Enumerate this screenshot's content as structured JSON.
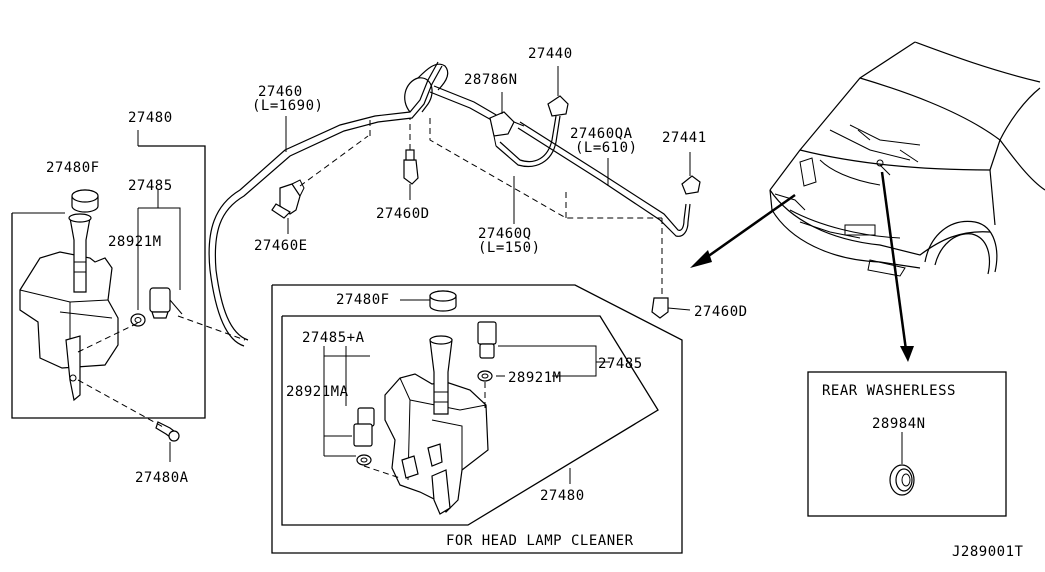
{
  "labels": {
    "p27480_top": "27480",
    "p27480F_left": "27480F",
    "p27485_left": "27485",
    "p28921M_left": "28921M",
    "p27480A": "27480A",
    "p27460": "27460",
    "p27460_len": "(L=1690)",
    "p27460E": "27460E",
    "p27460D_mid": "27460D",
    "p28786N": "28786N",
    "p27440": "27440",
    "p27460QA": "27460QA",
    "p27460QA_len": "(L=610)",
    "p27441": "27441",
    "p27460Q": "27460Q",
    "p27460Q_len": "(L=150)",
    "p27460D_right": "27460D",
    "p27480F_inset": "27480F",
    "p27485A": "27485+A",
    "p28921MA": "28921MA",
    "p27485_inset": "27485",
    "p28921M_inset": "28921M",
    "p27480_inset": "27480",
    "headlamp_caption": "FOR HEAD LAMP CLEANER",
    "rear_title": "REAR WASHERLESS",
    "p28984N": "28984N",
    "diagram_code": "J289001T"
  }
}
